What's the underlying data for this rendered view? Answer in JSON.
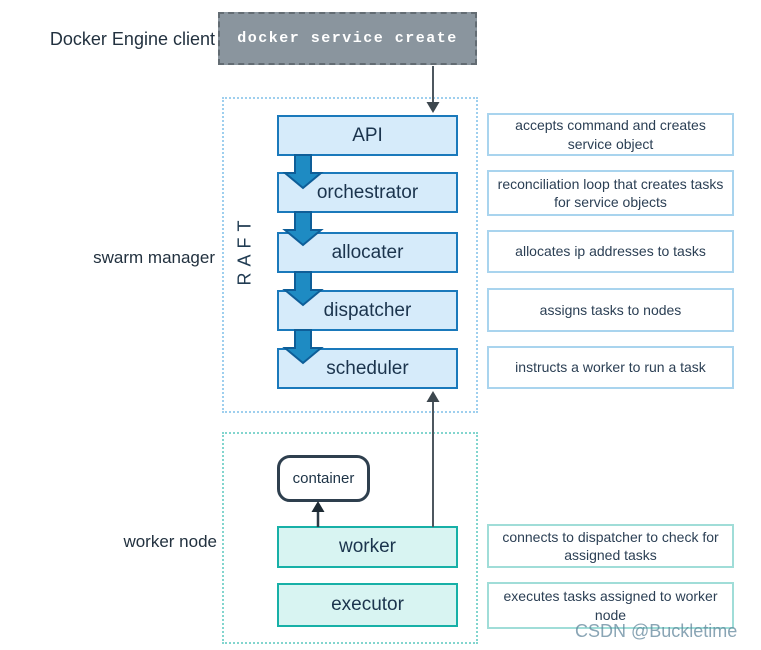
{
  "client": {
    "label": "Docker Engine client",
    "command": "docker service create"
  },
  "swarm_manager": {
    "label": "swarm manager",
    "raft": "RAFT",
    "steps": [
      {
        "name": "API",
        "desc": "accepts command and creates service object"
      },
      {
        "name": "orchestrator",
        "desc": "reconciliation loop that creates tasks for service objects"
      },
      {
        "name": "allocater",
        "desc": "allocates ip addresses to tasks"
      },
      {
        "name": "dispatcher",
        "desc": "assigns tasks to nodes"
      },
      {
        "name": "scheduler",
        "desc": "instructs a worker to run a task"
      }
    ]
  },
  "worker_node": {
    "label": "worker node",
    "container": "container",
    "components": [
      {
        "name": "worker",
        "desc": "connects to dispatcher to check for assigned tasks"
      },
      {
        "name": "executor",
        "desc": "executes tasks assigned to worker node"
      }
    ]
  },
  "watermark": "CSDN @Buckletime",
  "colors": {
    "flow_fill": "#d6ebfa",
    "flow_border": "#1a79bb",
    "teal_fill": "#d8f4f2",
    "teal_border": "#17b0a7",
    "block_arrow": "#1e8bc3",
    "command_bg": "#8a959e",
    "thin_arrow": "#4d575f"
  }
}
